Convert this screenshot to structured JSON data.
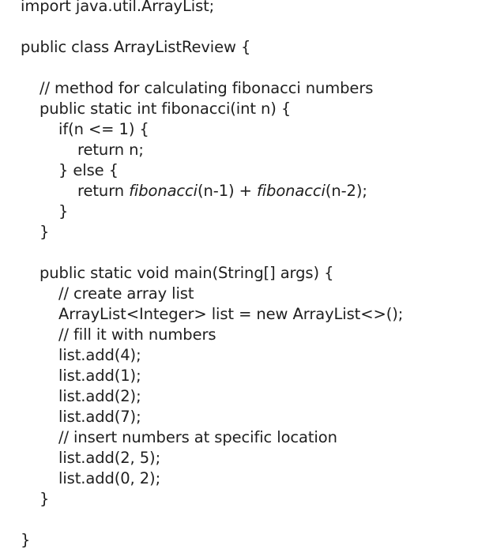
{
  "code_lines": [
    {
      "indent": 0,
      "text": "import java.util.ArrayList;"
    },
    {
      "indent": null,
      "text": ""
    },
    {
      "indent": 0,
      "text": "public class ArrayListReview {"
    },
    {
      "indent": null,
      "text": ""
    },
    {
      "indent": 1,
      "text": "// method for calculating fibonacci numbers"
    },
    {
      "indent": 1,
      "text": "public static int fibonacci(int n) {"
    },
    {
      "indent": 2,
      "text": "if(n <= 1) {"
    },
    {
      "indent": 3,
      "text": "return n;"
    },
    {
      "indent": 2,
      "text": "} else {"
    },
    {
      "indent": 3,
      "parts": [
        "return ",
        "fibonacci",
        "(n-1) + ",
        "fibonacci",
        "(n-2);"
      ]
    },
    {
      "indent": 2,
      "text": "}"
    },
    {
      "indent": 1,
      "text": "}"
    },
    {
      "indent": null,
      "text": ""
    },
    {
      "indent": 1,
      "text": "public static void main(String[] args) {"
    },
    {
      "indent": 2,
      "text": "// create array list"
    },
    {
      "indent": 2,
      "text": "ArrayList<Integer> list = new ArrayList<>();"
    },
    {
      "indent": 2,
      "text": "// fill it with numbers"
    },
    {
      "indent": 2,
      "text": "list.add(4);"
    },
    {
      "indent": 2,
      "text": "list.add(1);"
    },
    {
      "indent": 2,
      "text": "list.add(2);"
    },
    {
      "indent": 2,
      "text": "list.add(7);"
    },
    {
      "indent": 2,
      "text": "// insert numbers at specific location"
    },
    {
      "indent": 2,
      "text": "list.add(2, 5);"
    },
    {
      "indent": 2,
      "text": "list.add(0, 2);"
    },
    {
      "indent": 1,
      "text": "}"
    },
    {
      "indent": null,
      "text": ""
    },
    {
      "indent": 0,
      "text": "}"
    }
  ]
}
